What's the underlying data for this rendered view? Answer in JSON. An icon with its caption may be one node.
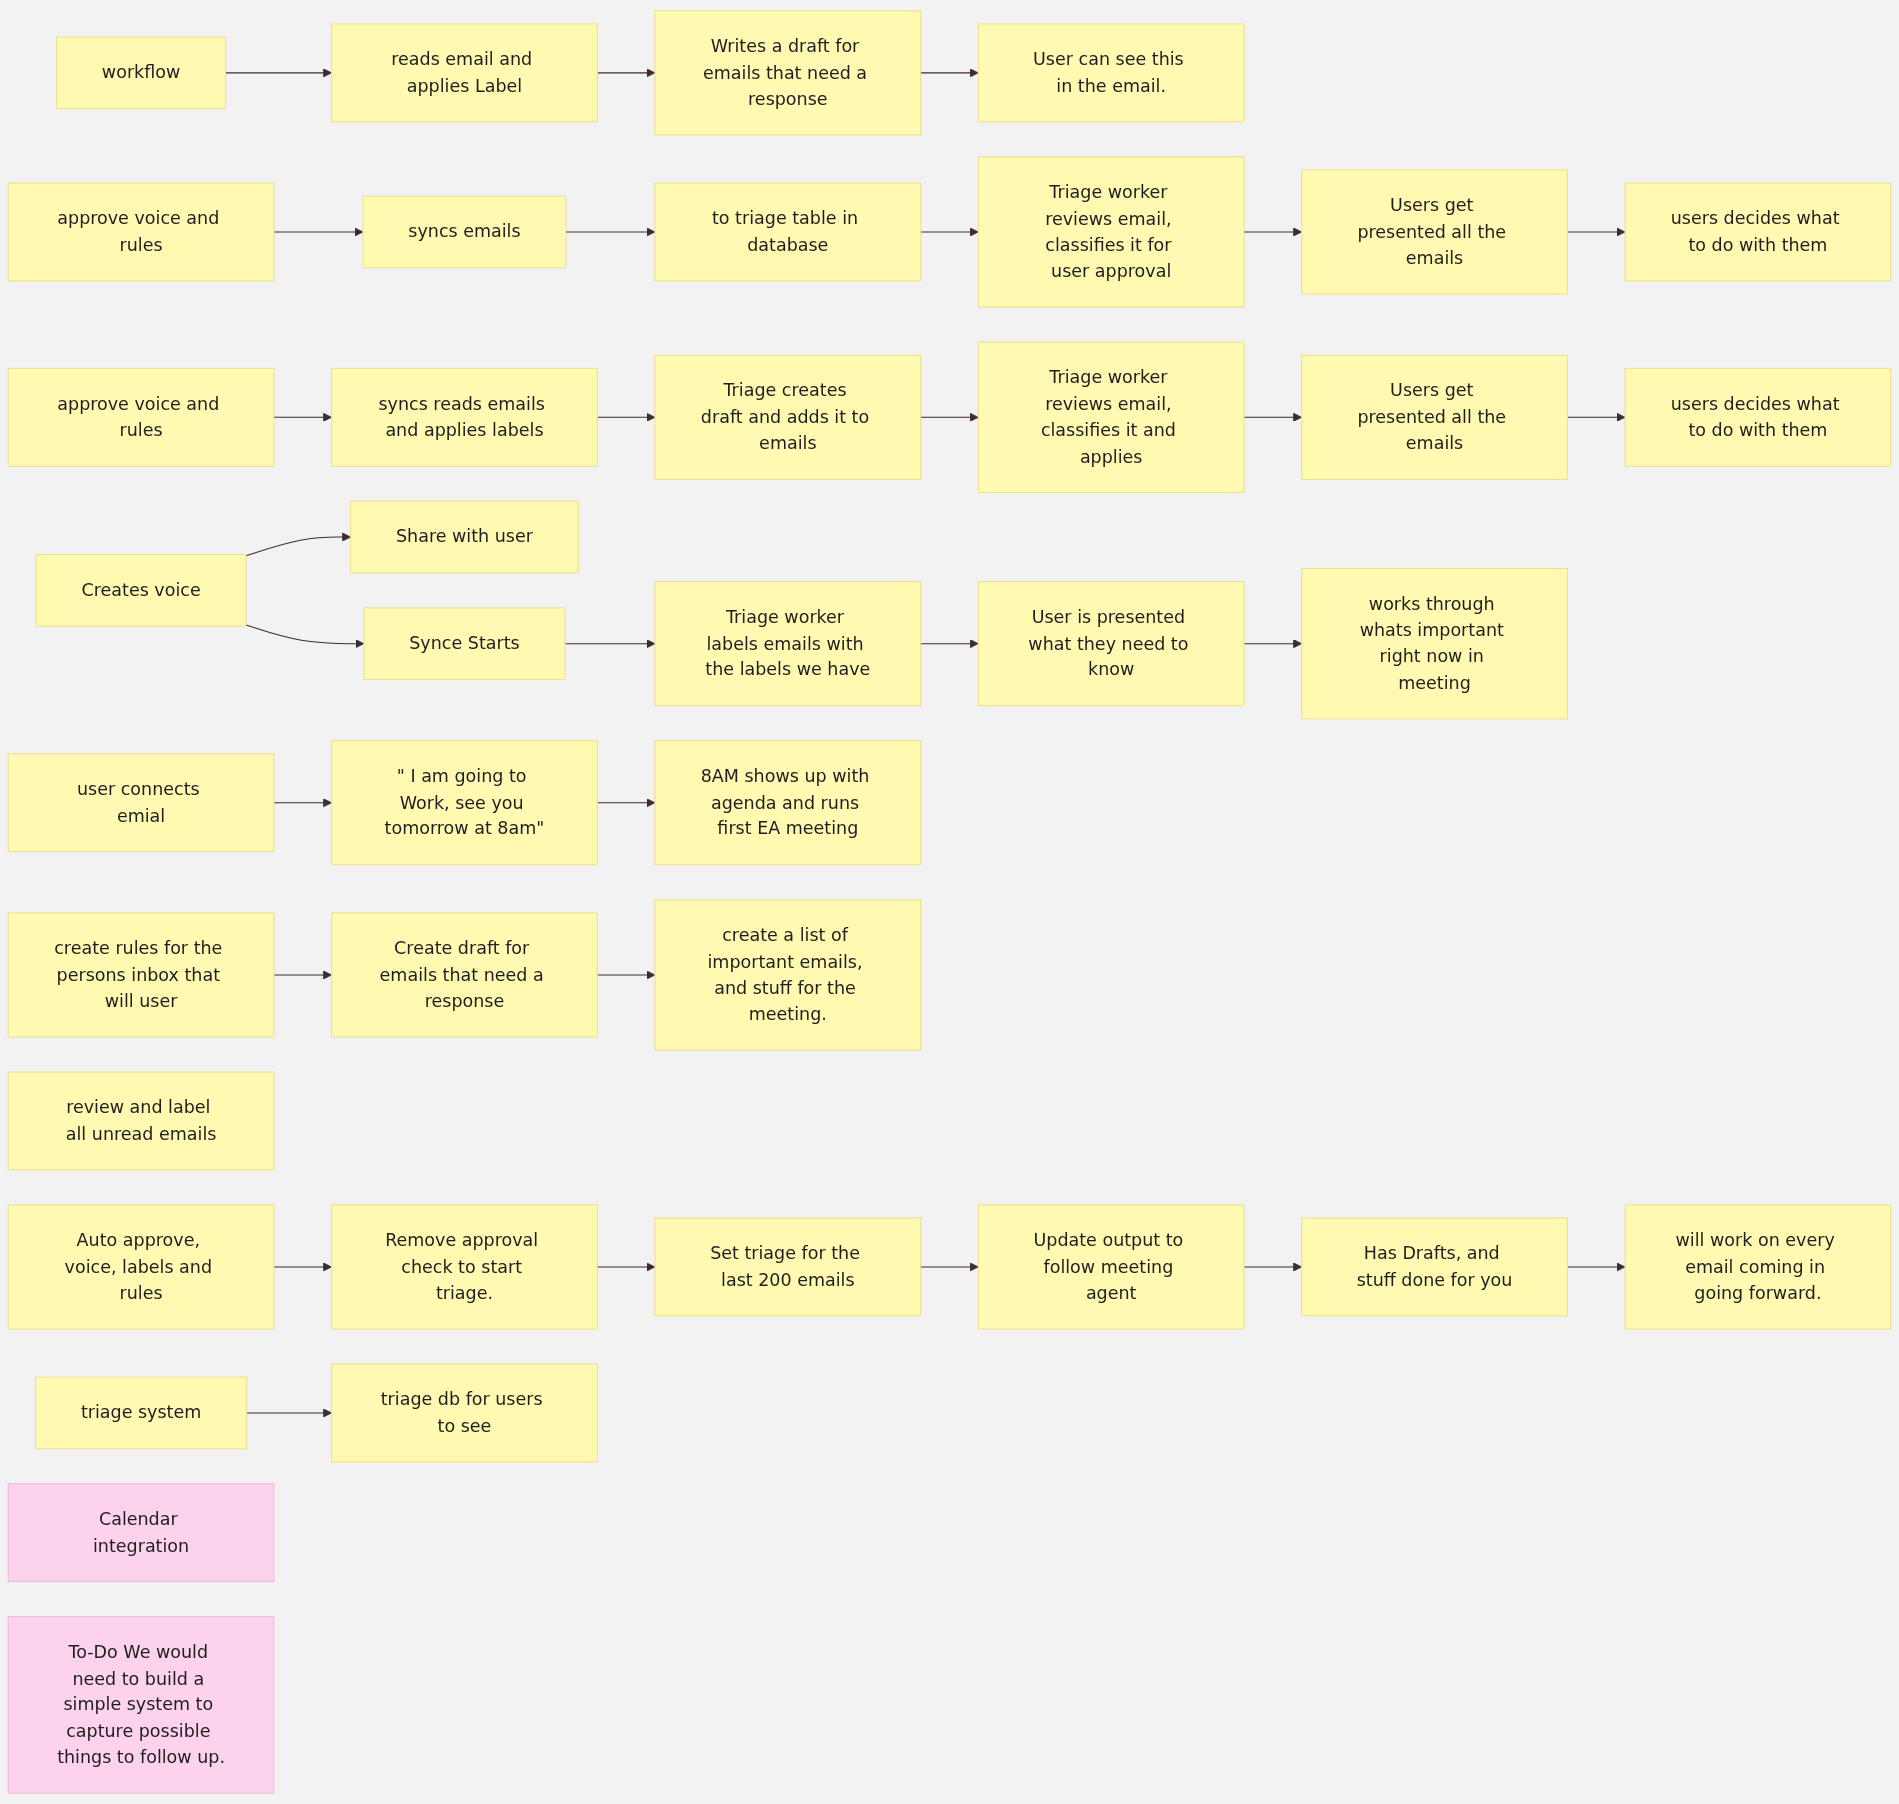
{
  "diagram": {
    "nodes": [
      {
        "text": [
          "workflow"
        ]
      },
      {
        "text": [
          "reads email and applies Label"
        ]
      },
      {
        "text": [
          "Writes a draft for emails that need a response"
        ]
      },
      {
        "text": [
          "User can see this in the email."
        ]
      },
      {
        "text": [
          "approve voice and rules"
        ]
      },
      {
        "text": [
          "syncs emails"
        ]
      },
      {
        "text": [
          "to triage table in database"
        ]
      },
      {
        "text": [
          "Triage worker reviews email, classifies it for user approval"
        ]
      },
      {
        "text": [
          "Users get presented all the emails"
        ]
      },
      {
        "text": [
          "users decides what to do with them"
        ]
      },
      {
        "text": [
          "approve voice and rules"
        ]
      },
      {
        "text": [
          "syncs reads emails and applies labels"
        ]
      },
      {
        "text": [
          "Triage creates draft and adds it to emails"
        ]
      },
      {
        "text": [
          "Triage worker reviews email, classifies it and applies"
        ]
      },
      {
        "text": [
          "Users get presented all the emails"
        ]
      },
      {
        "text": [
          "users decides what to do with them"
        ]
      },
      {
        "text": [
          "Creates voice"
        ]
      },
      {
        "text": [
          "Share with user"
        ]
      },
      {
        "text": [
          "Synce Starts"
        ]
      },
      {
        "text": [
          "Triage worker labels emails with the labels we have"
        ]
      },
      {
        "text": [
          "User is presented what they need to know"
        ]
      },
      {
        "text": [
          "works through whats important right now in meeting"
        ]
      },
      {
        "text": [
          "user connects emial"
        ]
      },
      {
        "text": [
          "\" I am going to Work, see you tomorrow at 8am\""
        ]
      },
      {
        "text": [
          "8AM shows up with agenda and runs first EA meeting"
        ]
      },
      {
        "text": [
          "Auto approve, voice, labels and rules"
        ]
      },
      {
        "text": [
          "will work on every email coming in going forward."
        ]
      },
      {
        "text": [
          "Remove approval check to start triage."
        ]
      },
      {
        "text": [
          "review and label all unread emails"
        ]
      },
      {
        "text": [
          "create rules for the persons inbox that will user"
        ]
      },
      {
        "text": [
          "Create draft for emails that need a response"
        ]
      },
      {
        "text": [
          "create a list of important emails, and stuff for the meeting."
        ]
      },
      {
        "text": [
          "Set triage for the last 200 emails"
        ]
      },
      {
        "text": [
          "Update output to follow meeting agent"
        ]
      },
      {
        "text": [
          "Has Drafts, and stuff done for you"
        ]
      },
      {
        "text": [
          "triage system"
        ]
      },
      {
        "text": [
          "Calendar integration"
        ]
      },
      {
        "text": [
          "To-Do We would need to build a simple system to capture possible things to follow up."
        ]
      },
      {
        "text": [
          "triage db for users to see"
        ]
      }
    ],
    "edges": [
      {
        "from": 0,
        "to": 1,
        "arrow": "to"
      },
      {
        "from": 1,
        "to": 2,
        "arrow": "to"
      },
      {
        "from": 2,
        "to": 3,
        "arrow": "to"
      },
      {
        "from": 4,
        "to": 5,
        "arrow": "to"
      },
      {
        "from": 5,
        "to": 6,
        "arrow": "to"
      },
      {
        "from": 6,
        "to": 7,
        "arrow": "to"
      },
      {
        "from": 7,
        "to": 8,
        "arrow": "to"
      },
      {
        "from": 8,
        "to": 9,
        "arrow": "to"
      },
      {
        "from": 10,
        "to": 11,
        "arrow": "to"
      },
      {
        "from": 11,
        "to": 12,
        "arrow": "to"
      },
      {
        "from": 12,
        "to": 13,
        "arrow": "to"
      },
      {
        "from": 13,
        "to": 14,
        "arrow": "to"
      },
      {
        "from": 14,
        "to": 15,
        "arrow": "to"
      },
      {
        "from": 16,
        "to": 17,
        "arrow": "to"
      },
      {
        "from": 16,
        "to": 18,
        "arrow": "to"
      },
      {
        "from": 18,
        "to": 19,
        "arrow": "to"
      },
      {
        "from": 19,
        "to": 20,
        "arrow": "to"
      },
      {
        "from": 20,
        "to": 21,
        "arrow": "to"
      },
      {
        "from": 22,
        "to": 23,
        "arrow": "to"
      },
      {
        "from": 23,
        "to": 24,
        "arrow": "to"
      },
      {
        "from": 25,
        "to": 27,
        "arrow": "to"
      },
      {
        "from": 27,
        "to": 32,
        "arrow": "to"
      },
      {
        "from": 29,
        "to": 30,
        "arrow": "to"
      },
      {
        "from": 30,
        "to": 31,
        "arrow": "to"
      },
      {
        "from": 32,
        "to": 33,
        "arrow": "to"
      },
      {
        "from": 33,
        "to": 34,
        "arrow": "to"
      },
      {
        "from": 34,
        "to": 26,
        "arrow": "to"
      },
      {
        "from": 35,
        "to": 38,
        "arrow": "to"
      }
    ]
  }
}
